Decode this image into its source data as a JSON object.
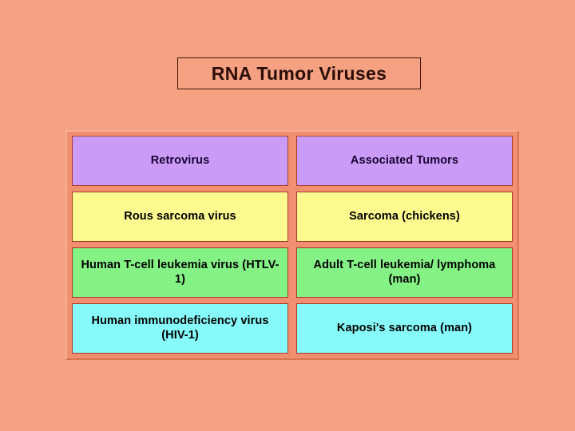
{
  "slide": {
    "title": "RNA Tumor Viruses",
    "background_color": "#F5A182"
  },
  "table": {
    "frame_color": "#F09070",
    "cell_border_color": "#A8392A",
    "header": {
      "row_color": "#CB9CF7",
      "text_color": "#190033",
      "columns": [
        "Retrovirus",
        "Associated Tumors"
      ]
    },
    "rows": [
      {
        "row_color": "#FDFA8F",
        "retrovirus": "Rous sarcoma virus",
        "associated_tumors": "Sarcoma (chickens)"
      },
      {
        "row_color": "#85F285",
        "retrovirus": "Human T-cell leukemia virus (HTLV-1)",
        "associated_tumors": "Adult T-cell leukemia/ lymphoma (man)"
      },
      {
        "row_color": "#87FBFB",
        "retrovirus": "Human immunodeficiency virus (HIV-1)",
        "associated_tumors": "Kaposi's sarcoma (man)"
      }
    ]
  }
}
